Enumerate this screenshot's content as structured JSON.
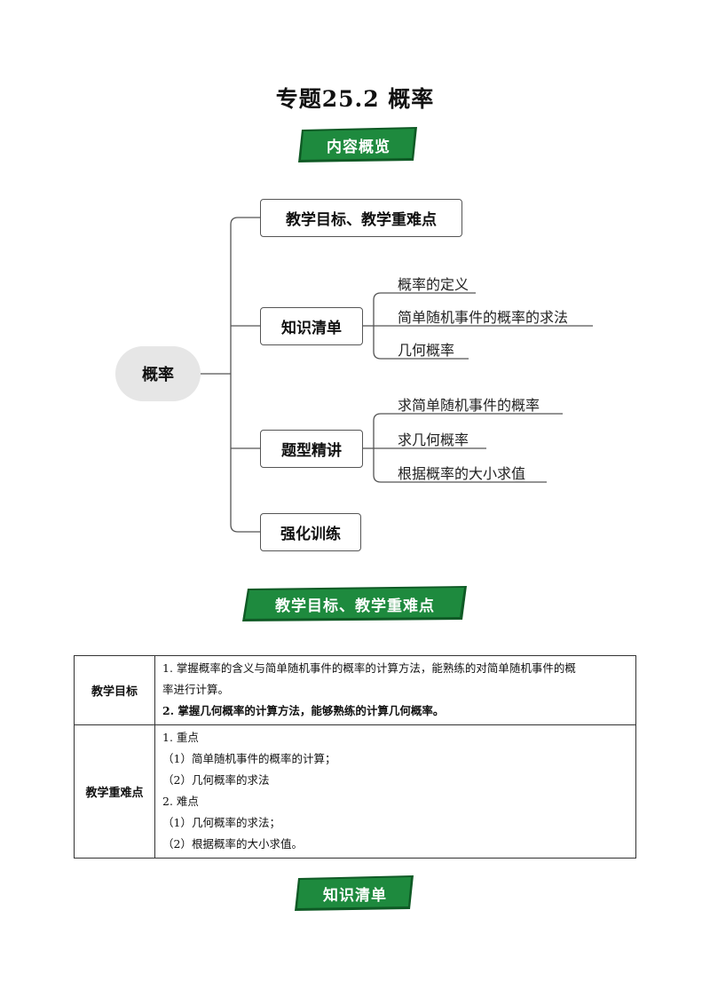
{
  "title": "专题25.2  概率",
  "banners": {
    "overview": "内容概览",
    "goals": "教学目标、教学重难点",
    "knowledge": "知识清单"
  },
  "mindmap": {
    "root": "概率",
    "branches": [
      {
        "label": "教学目标、教学重难点",
        "children": []
      },
      {
        "label": "知识清单",
        "children": [
          "概率的定义",
          "简单随机事件的概率的求法",
          "几何概率"
        ]
      },
      {
        "label": "题型精讲",
        "children": [
          "求简单随机事件的概率",
          "求几何概率",
          "根据概率的大小求值"
        ]
      },
      {
        "label": "强化训练",
        "children": []
      }
    ]
  },
  "table": {
    "rows": [
      {
        "header": "教学目标",
        "lines": [
          "1. 掌握概率的含义与简单随机事件的概率的计算方法，能熟练的对简单随机事件的概",
          "率进行计算。",
          "2. 掌握几何概率的计算方法，能够熟练的计算几何概率。"
        ]
      },
      {
        "header": "教学重难点",
        "lines": [
          "1. 重点",
          "（1）简单随机事件的概率的计算；",
          "（2）几何概率的求法",
          "2. 难点",
          "（1）几何概率的求法；",
          "（2）根据概率的大小求值。"
        ]
      }
    ]
  },
  "colors": {
    "banner_green": "#1e8a3e",
    "banner_dark": "#0f5a25",
    "root_fill": "#e6e6e6",
    "line": "#555555"
  }
}
